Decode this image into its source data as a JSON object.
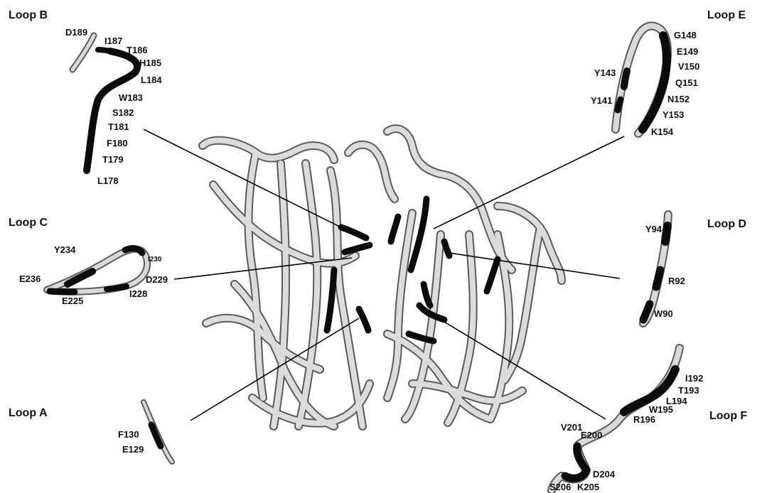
{
  "loops": [
    {
      "id": "A",
      "title": "Loop A",
      "residues": [
        "F130",
        "E129"
      ]
    },
    {
      "id": "B",
      "title": "Loop B",
      "residues": [
        "D189",
        "I187",
        "T186",
        "H185",
        "L184",
        "W183",
        "S182",
        "T181",
        "F180",
        "T179",
        "L178"
      ]
    },
    {
      "id": "C",
      "title": "Loop C",
      "residues": [
        "Y234",
        "I230",
        "E236",
        "D229",
        "E225",
        "I228"
      ]
    },
    {
      "id": "D",
      "title": "Loop D",
      "residues": [
        "Y94",
        "R92",
        "W90"
      ]
    },
    {
      "id": "E",
      "title": "Loop E",
      "residues": [
        "G148",
        "E149",
        "V150",
        "Y143",
        "Q151",
        "Y141",
        "N152",
        "Y153",
        "K154"
      ]
    },
    {
      "id": "F",
      "title": "Loop F",
      "residues": [
        "I192",
        "T193",
        "L194",
        "W195",
        "R196",
        "V201",
        "E200",
        "D204",
        "S206",
        "K205"
      ]
    }
  ],
  "colors": {
    "highlight": "#0b0b0b",
    "ribbon_fill": "#d9d9d9",
    "ribbon_edge": "#5a5a5a",
    "leader": "#000000"
  }
}
